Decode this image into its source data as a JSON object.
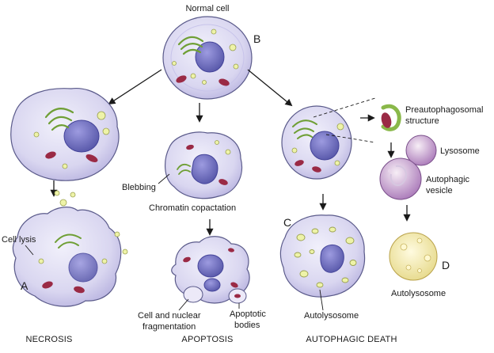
{
  "labels": {
    "normal_cell": "Normal cell",
    "letter_b": "B",
    "letter_a": "A",
    "letter_c": "C",
    "letter_d": "D",
    "cell_lysis": "Cell lysis",
    "blebbing": "Blebbing",
    "chromatin": "Chromatin copactation",
    "fragmentation_1": "Cell and nuclear",
    "fragmentation_2": "fragmentation",
    "apoptotic_1": "Apoptotic",
    "apoptotic_2": "bodies",
    "preauto_1": "Preautophagosomal",
    "preauto_2": "structure",
    "lysosome": "Lysosome",
    "autophagic_1": "Autophagic",
    "autophagic_2": "vesicle",
    "autolysosome_c": "Autolysosome",
    "autolysosome_d": "Autolysosome"
  },
  "titles": {
    "necrosis": "NECROSIS",
    "apoptosis": "APOPTOSIS",
    "autophagic": "AUTOPHAGIC DEATH"
  },
  "colors": {
    "cell_fill": "#d9d6f0",
    "cell_stroke": "#5a5a8a",
    "nucleus": "#6f6fc0",
    "mitochondria": "#9a2a45",
    "golgi": "#8ab84a",
    "vesicle": "#eef3a8",
    "lysosome": "#b690c4",
    "autolysosome": "#f4ecb0"
  }
}
